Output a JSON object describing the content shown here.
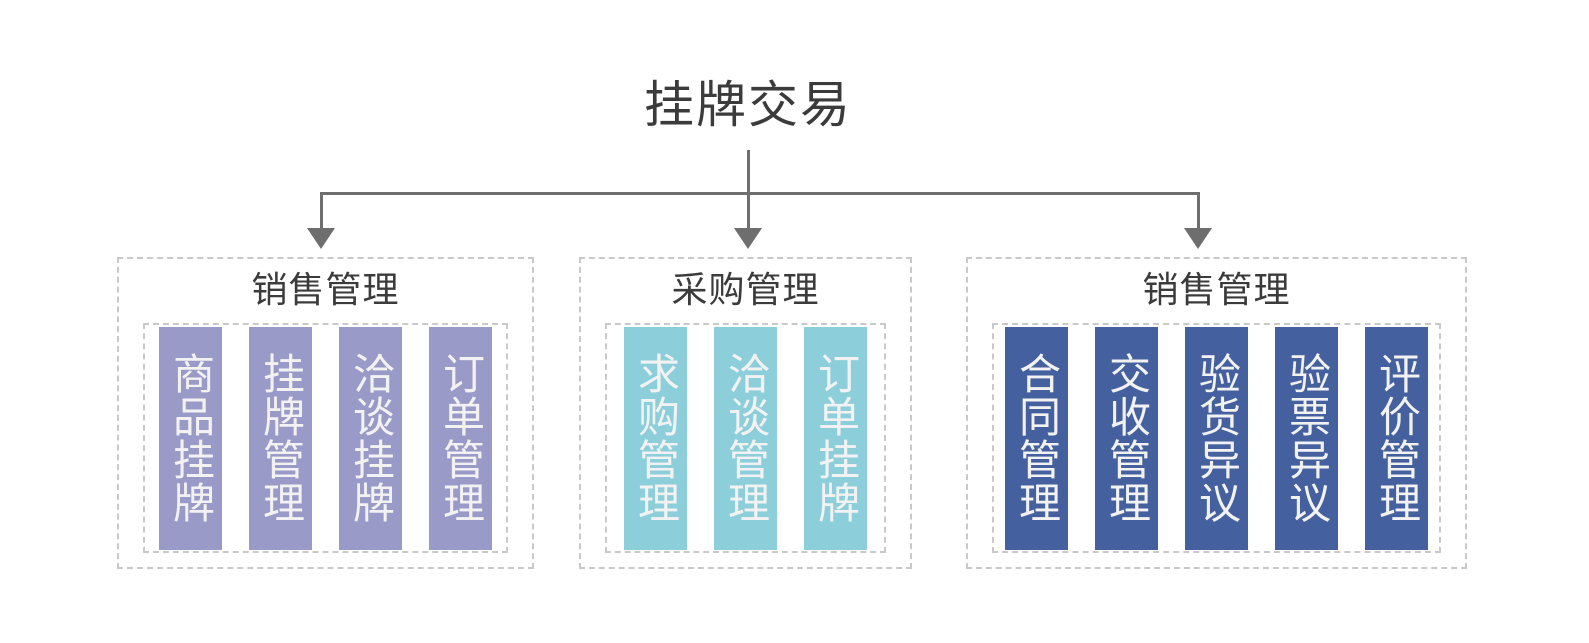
{
  "diagram": {
    "root_title": "挂牌交易",
    "colors": {
      "purple": "#9a9ac8",
      "teal": "#8ccfda",
      "blue": "#45609f",
      "connector": "#6e6e6e",
      "dashed_border": "#c9c9c9",
      "title_text": "#3b3b3b",
      "leaf_text": "#f2f2f2",
      "background": "#ffffff"
    },
    "groups": [
      {
        "title": "销售管理",
        "palette": "purple",
        "items": [
          {
            "label": "商品挂牌"
          },
          {
            "label": "挂牌管理"
          },
          {
            "label": "洽谈挂牌"
          },
          {
            "label": "订单管理"
          }
        ]
      },
      {
        "title": "采购管理",
        "palette": "teal",
        "items": [
          {
            "label": "求购管理"
          },
          {
            "label": "洽谈管理"
          },
          {
            "label": "订单挂牌"
          }
        ]
      },
      {
        "title": "销售管理",
        "palette": "blue",
        "items": [
          {
            "label": "合同管理"
          },
          {
            "label": "交收管理"
          },
          {
            "label": "验货异议"
          },
          {
            "label": "验票异议"
          },
          {
            "label": "评价管理"
          }
        ]
      }
    ],
    "connectors": {
      "stem": "vertical-line",
      "bus": "horizontal-line",
      "arrow_count": 3,
      "arrow_icon": "arrow-down-icon"
    }
  }
}
